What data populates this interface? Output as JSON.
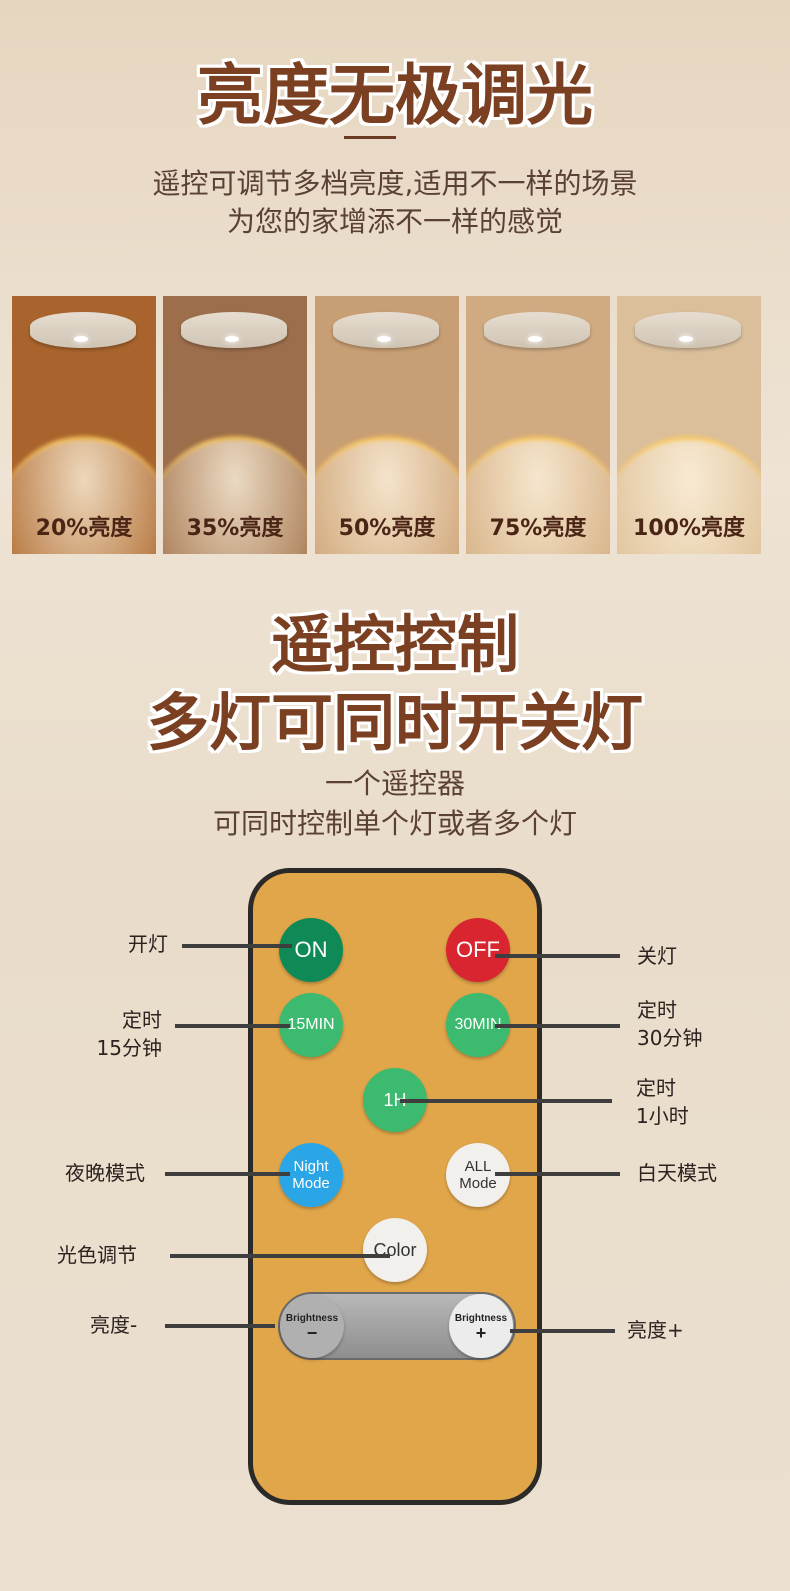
{
  "section1": {
    "title": "亮度无极调光",
    "subtitle_lines": [
      "遥控可调节多档亮度,适用不一样的场景",
      "为您的家增添不一样的感觉"
    ],
    "panels": [
      {
        "label": "20%亮度",
        "brightness": 20,
        "color": "#a8642c"
      },
      {
        "label": "35%亮度",
        "brightness": 35,
        "color": "#9c6e4b"
      },
      {
        "label": "50%亮度",
        "brightness": 50,
        "color": "#c89e74"
      },
      {
        "label": "75%亮度",
        "brightness": 75,
        "color": "#d0ab82"
      },
      {
        "label": "100%亮度",
        "brightness": 100,
        "color": "#dbbf9b"
      }
    ]
  },
  "section2": {
    "title_lines": [
      "遥控控制",
      "多灯可同时开关灯"
    ],
    "subtitle_lines": [
      "一个遥控器",
      "可同时控制单个灯或者多个灯"
    ]
  },
  "remote": {
    "buttons": {
      "on": "ON",
      "off": "OFF",
      "min15": "15MIN",
      "min30": "30MIN",
      "h1": "1H",
      "night": [
        "Night",
        "Mode"
      ],
      "all": [
        "ALL",
        "Mode"
      ],
      "color": "Color",
      "bright_minus": [
        "Brightness",
        "−"
      ],
      "bright_plus": [
        "Brightness",
        "+"
      ]
    },
    "labels": {
      "on": "开灯",
      "off": "关灯",
      "min15": [
        "定时",
        "15分钟"
      ],
      "min30": [
        "定时",
        "30分钟"
      ],
      "h1": [
        "定时",
        "1小时"
      ],
      "night": "夜晚模式",
      "all": "白天模式",
      "color": "光色调节",
      "minus": "亮度-",
      "plus": "亮度+"
    }
  }
}
